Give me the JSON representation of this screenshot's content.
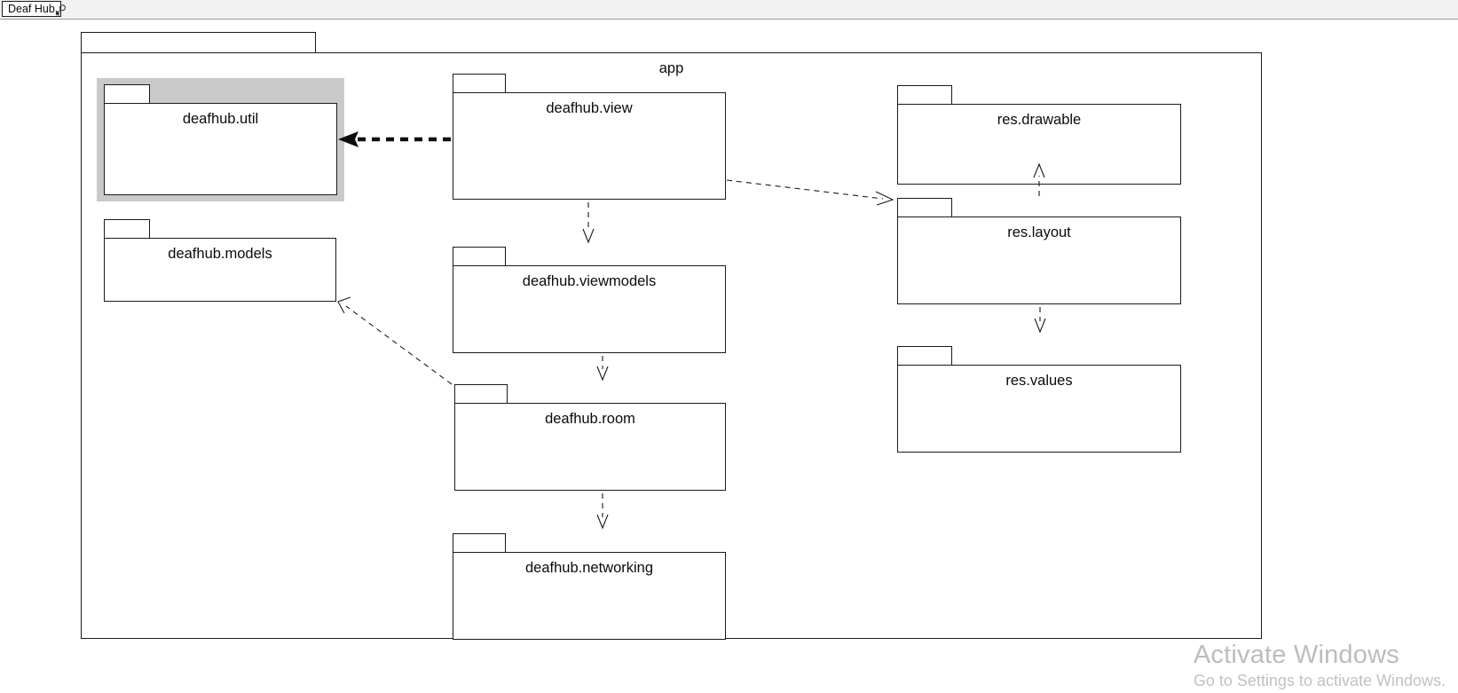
{
  "window": {
    "tab_label": "Deaf Hub",
    "tool_icon": "cursor-zoom-icon"
  },
  "diagram": {
    "type": "uml-package-diagram",
    "outer_package": {
      "name": "app",
      "label": "app"
    },
    "packages": [
      {
        "id": "util",
        "label": "deafhub.util",
        "selected": true
      },
      {
        "id": "models",
        "label": "deafhub.models",
        "selected": false
      },
      {
        "id": "view",
        "label": "deafhub.view",
        "selected": false
      },
      {
        "id": "viewmodels",
        "label": "deafhub.viewmodels",
        "selected": false
      },
      {
        "id": "room",
        "label": "deafhub.room",
        "selected": false
      },
      {
        "id": "networking",
        "label": "deafhub.networking",
        "selected": false
      },
      {
        "id": "drawable",
        "label": "res.drawable",
        "selected": false
      },
      {
        "id": "layout",
        "label": "res.layout",
        "selected": false
      },
      {
        "id": "values",
        "label": "res.values",
        "selected": false
      }
    ],
    "dependencies": [
      {
        "from": "view",
        "to": "util",
        "style": "dashed",
        "arrow": "filled",
        "weight": "thick"
      },
      {
        "from": "view",
        "to": "viewmodels",
        "style": "dashed",
        "arrow": "open",
        "weight": "thin"
      },
      {
        "from": "view",
        "to": "layout",
        "style": "dashed",
        "arrow": "open",
        "weight": "thin"
      },
      {
        "from": "viewmodels",
        "to": "room",
        "style": "dashed",
        "arrow": "open",
        "weight": "thin"
      },
      {
        "from": "room",
        "to": "models",
        "style": "dashed",
        "arrow": "open",
        "weight": "thin"
      },
      {
        "from": "room",
        "to": "networking",
        "style": "dashed",
        "arrow": "open",
        "weight": "thin"
      },
      {
        "from": "layout",
        "to": "drawable",
        "style": "dashed",
        "arrow": "open",
        "weight": "thin"
      },
      {
        "from": "layout",
        "to": "values",
        "style": "dashed",
        "arrow": "open",
        "weight": "thin"
      }
    ]
  },
  "colors": {
    "stroke": "#1a1a1a",
    "selection": "#c9c9c9",
    "canvas": "#ffffff",
    "toolbar": "#f0f0f0",
    "watermark": "#bcbcbc"
  },
  "watermark": {
    "title": "Activate Windows",
    "subtitle": "Go to Settings to activate Windows."
  }
}
